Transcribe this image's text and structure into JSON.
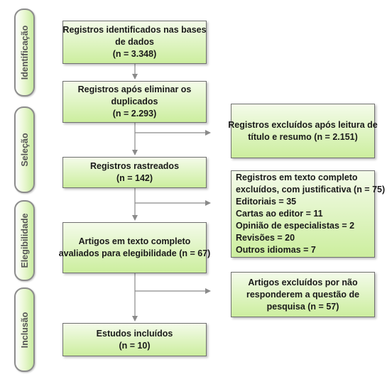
{
  "phases": [
    {
      "id": "identificacao",
      "label": "Identificação"
    },
    {
      "id": "selecao",
      "label": "Seleção"
    },
    {
      "id": "elegibilidade",
      "label": "Elegibilidade"
    },
    {
      "id": "inclusao",
      "label": "Inclusão"
    }
  ],
  "main_boxes": [
    {
      "id": "identified",
      "lines": [
        "Registros identificados nas bases",
        "de dados",
        "(n = 3.348)"
      ]
    },
    {
      "id": "after-duplicates",
      "lines": [
        "Registros após eliminar os",
        "duplicados",
        "(n = 2.293)"
      ]
    },
    {
      "id": "screened",
      "lines": [
        "Registros rastreados",
        "(n = 142)"
      ]
    },
    {
      "id": "fulltext-assessed",
      "lines": [
        "Artigos em texto completo",
        "avaliados para elegibilidade (n = 67)"
      ]
    },
    {
      "id": "included",
      "lines": [
        "Estudos incluídos",
        "(n = 10)"
      ]
    }
  ],
  "side_boxes": [
    {
      "id": "excluded-title-abstract",
      "lines": [
        "Registros excluídos após leitura de",
        "título e resumo (n = 2.151)"
      ]
    },
    {
      "id": "excluded-fulltext",
      "lines": [
        "Registros em texto completo",
        "excluídos, com justificativa (n = 75)",
        "Editoriais = 35",
        "Cartas ao editor = 11",
        "Opinião de especialistas = 2",
        "Revisões = 20",
        "Outros idiomas = 7"
      ]
    },
    {
      "id": "excluded-no-answer",
      "lines": [
        "Artigos excluídos por não",
        "responderem a questão de",
        "pesquisa (n = 57)"
      ]
    }
  ]
}
